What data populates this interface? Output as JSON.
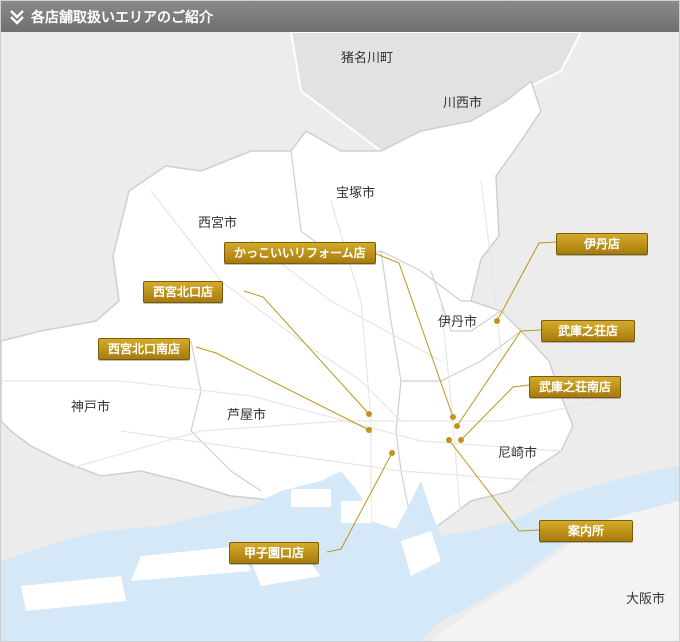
{
  "header": {
    "title": "各店舗取扱いエリアのご紹介",
    "icon": "double-chevron-down-icon"
  },
  "colors": {
    "accent": "#c0951b",
    "water": "#d4e8f7",
    "land": "#ffffff",
    "outside": "#e6e6e6"
  },
  "map": {
    "cities": {
      "inagawa": "猪名川町",
      "kawanishi": "川西市",
      "takarazuka": "宝塚市",
      "nishinomiya": "西宮市",
      "itami": "伊丹市",
      "kobe": "神戸市",
      "ashiya": "芦屋市",
      "amagasaki": "尼崎市",
      "osaka": "大阪市"
    },
    "stores": {
      "kakkoii": "かっこいいリフォーム店",
      "nishinomiya_kitaguchi": "西宮北口店",
      "nishinomiya_kitaguchi_minami": "西宮北口南店",
      "itami": "伊丹店",
      "mukonoso": "武庫之荘店",
      "mukonoso_minami": "武庫之荘南店",
      "annaijo": "案内所",
      "koshien_guchi": "甲子園口店"
    }
  }
}
